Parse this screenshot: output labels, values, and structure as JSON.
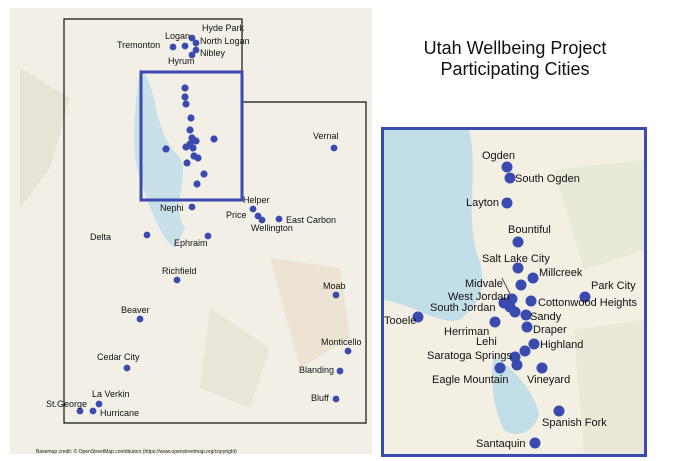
{
  "title": {
    "line1": "Utah Wellbeing Project",
    "line2": "Participating Cities"
  },
  "credit": "Basemap credit: © OpenStreetMap contributors (https://www.openstreetmap.org/copyright)",
  "colors": {
    "marker": "#3a4bb0",
    "inset_border": "#3a4bb0",
    "state_outline": "#111111",
    "land": "#f2efe6",
    "water": "#b9dbe8"
  },
  "statewide_cities": [
    "Logan",
    "Hyde Park",
    "North Logan",
    "Tremonton",
    "Nibley",
    "Hyrum",
    "Vernal",
    "Helper",
    "Nephi",
    "Price",
    "Wellington",
    "East Carbon",
    "Delta",
    "Ephraim",
    "Richfield",
    "Moab",
    "Beaver",
    "Monticello",
    "Cedar City",
    "Blanding",
    "La Verkin",
    "Bluff",
    "St.George",
    "Hurricane"
  ],
  "inset_cities": [
    "Ogden",
    "South Ogden",
    "Layton",
    "Bountiful",
    "Salt Lake City",
    "Millcreek",
    "Midvale",
    "Park City",
    "West Jordan",
    "South Jordan",
    "Cottonwood Heights",
    "Tooele",
    "Sandy",
    "Herriman",
    "Draper",
    "Lehi",
    "Highland",
    "Saratoga Springs",
    "Eagle Mountain",
    "Vineyard",
    "Spanish Fork",
    "Santaquin"
  ]
}
